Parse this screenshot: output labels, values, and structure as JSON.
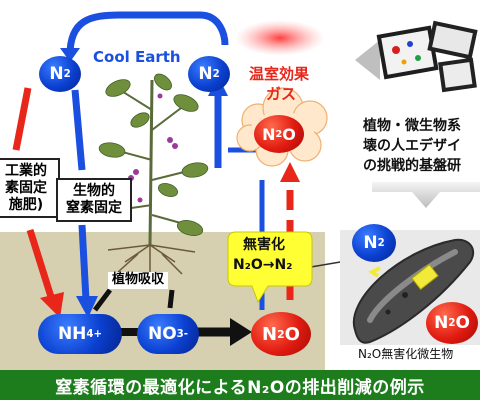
{
  "cycle": {
    "cool_earth": "Cool Earth",
    "greenhouse_gas_line1": "温室効果",
    "greenhouse_gas_line2": "ガス",
    "industrial_fixation_line1": "工業的",
    "industrial_fixation_line2": "素固定",
    "industrial_fixation_line3": "施肥)",
    "biological_fixation_line1": "生物的",
    "biological_fixation_line2": "窒素固定",
    "plant_uptake": "植物吸収",
    "harmless_line1": "無害化",
    "harmless_reaction": "N₂O→N₂",
    "research_line1": "植物・微生物系",
    "research_line2": "壊の人エデザイ",
    "research_line3": "の挑戦的基盤研",
    "microbe_label": "N₂O無害化微生物"
  },
  "nodes": {
    "n2_left": {
      "main": "N",
      "sub": "2"
    },
    "n2_top_right": {
      "main": "N",
      "sub": "2"
    },
    "n2o_cloud": {
      "main": "N",
      "sub": "2",
      "tail": "O"
    },
    "nh4": {
      "main": "NH",
      "sub": "4",
      "sup": "+"
    },
    "no3": {
      "main": "NO",
      "sub": "3",
      "sup": "-"
    },
    "n2o_soil": {
      "main": "N",
      "sub": "2",
      "tail": "O"
    },
    "n2_right": {
      "main": "N",
      "sub": "2"
    },
    "n2o_right": {
      "main": "N",
      "sub": "2",
      "tail": "O"
    }
  },
  "footer": {
    "caption": "窒素循環の最適化によるN₂Oの排出削減の例示"
  },
  "colors": {
    "blue": "#1a4fe0",
    "red": "#e8261a",
    "soil": "#d7d0b0",
    "footer": "#1d7d1d",
    "harmless_bubble": "#ffff33"
  }
}
